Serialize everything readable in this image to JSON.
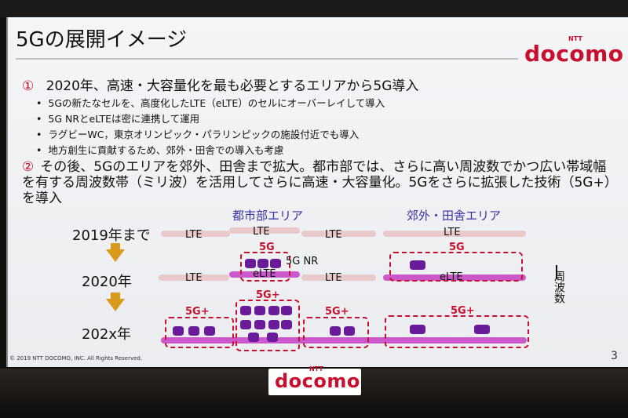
{
  "slide": {
    "title": "5Gの展開イメージ",
    "brand": "docomo",
    "brand_prefix": "NTT",
    "point1": {
      "num": "①",
      "text": "2020年、高速・大容量化を最も必要とするエリアから5G導入"
    },
    "bullets": [
      "5Gの新たなセルを、高度化したLTE（eLTE）のセルにオーバーレイして導入",
      "5G NRとeLTEは密に連携して運用",
      "ラグビーWC，東京オリンピック・パラリンピックの施設付近でも導入",
      "地方創生に貢献するため、郊外・田舎での導入も考慮"
    ],
    "point2": {
      "num": "②",
      "text": "その後、5Gのエリアを郊外、田舎まで拡大。都市部では、さらに高い周波数でかつ広い帯域幅を有する周波数帯（ミリ波）を活用してさらに高速・大容量化。5Gをさらに拡張した技術（5G+）を導入"
    },
    "diagram": {
      "urban_label": "都市部エリア",
      "rural_label": "郊外・田舎エリア",
      "years": [
        "2019年まで",
        "2020年",
        "202x年"
      ],
      "lte": "LTE",
      "elte": "eLTE",
      "g5": "5G",
      "g5nr": "5G NR",
      "g5plus": "5G+",
      "frequency": "周波数"
    },
    "copyright": "© 2019 NTT DOCOMO, INC. All Rights Reserved.",
    "page_number": "3"
  },
  "colors": {
    "brand": "#c8102e",
    "area_label": "#3730a3",
    "elte_band": "#cc59cc",
    "cell": "#6a1b9a",
    "arrow": "#d99a1a"
  },
  "icons": [
    "down-arrow-icon",
    "up-arrow-icon",
    "small-cell-icon"
  ]
}
